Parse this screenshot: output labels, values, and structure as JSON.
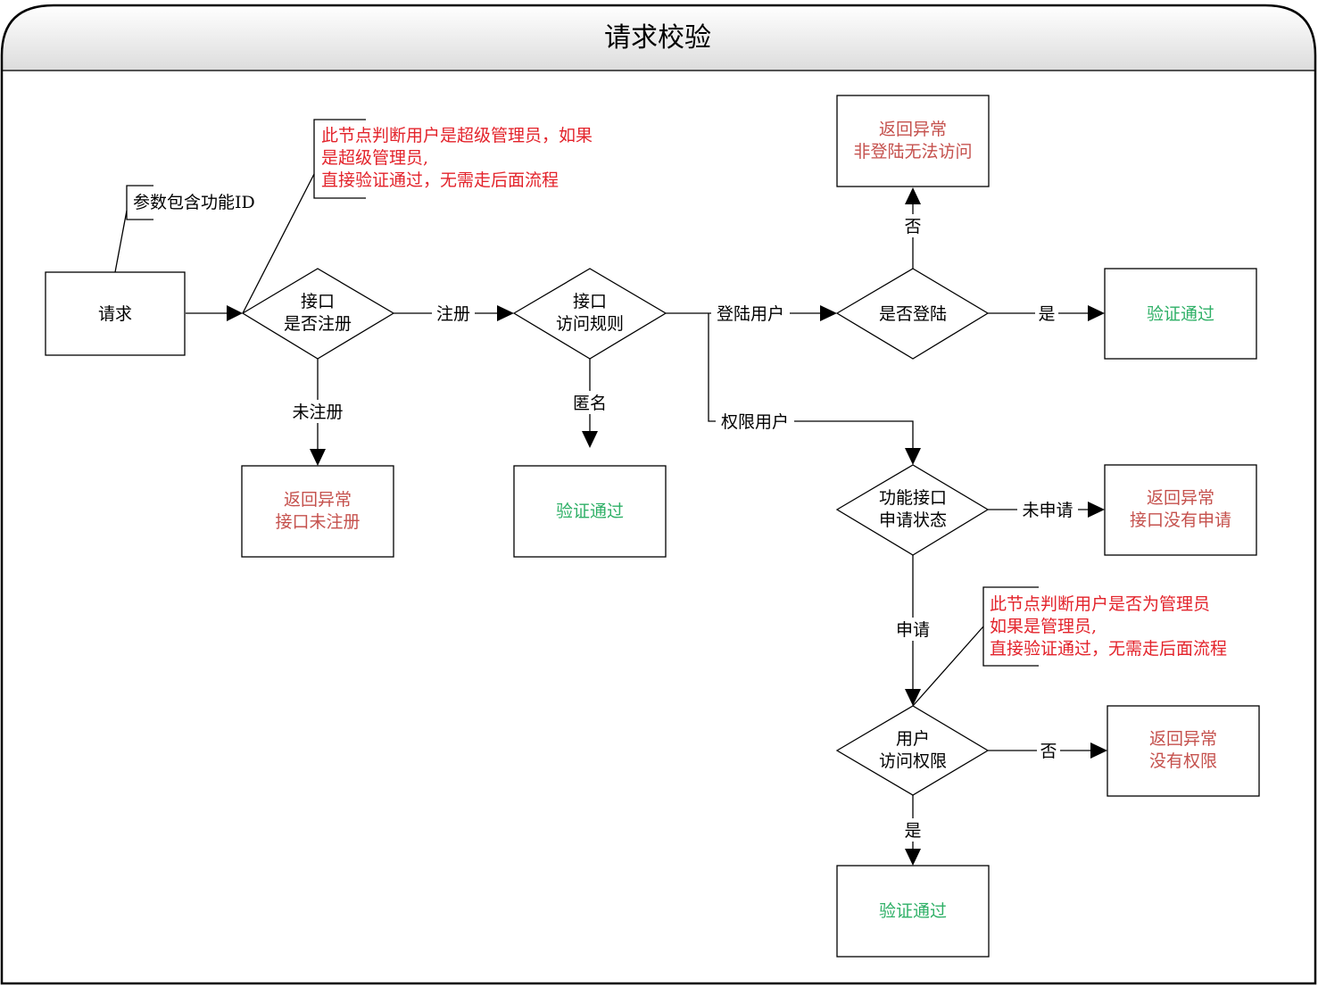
{
  "title": "请求校验",
  "colors": {
    "error_text": "#c5514d",
    "pass_text": "#2fb067",
    "note_text": "#e3232b"
  },
  "nodes": {
    "request": "请求",
    "registered_decision": [
      "接口",
      "是否注册"
    ],
    "access_rule_decision": [
      "接口",
      "访问规则"
    ],
    "login_decision": "是否登陆",
    "apply_status_decision": [
      "功能接口",
      "申请状态"
    ],
    "user_permission_decision": [
      "用户",
      "访问权限"
    ],
    "err_not_registered": [
      "返回异常",
      "接口未注册"
    ],
    "err_not_logged_in": [
      "返回异常",
      "非登陆无法访问"
    ],
    "err_not_applied": [
      "返回异常",
      "接口没有申请"
    ],
    "err_no_permission": [
      "返回异常",
      "没有权限"
    ],
    "pass_anonymous": "验证通过",
    "pass_login": "验证通过",
    "pass_permission": "验证通过"
  },
  "edges": {
    "registered": "注册",
    "not_registered": "未注册",
    "anonymous": "匿名",
    "login_user": "登陆用户",
    "permission_user": "权限用户",
    "login_no": "否",
    "login_yes": "是",
    "not_applied": "未申请",
    "applied": "申请",
    "permission_no": "否",
    "permission_yes": "是"
  },
  "annotations": {
    "params": "参数包含功能ID",
    "super_admin": [
      "此节点判断用户是超级管理员，如果",
      "是超级管理员,",
      "直接验证通过，无需走后面流程"
    ],
    "admin": [
      "此节点判断用户是否为管理员",
      "如果是管理员,",
      "直接验证通过，无需走后面流程"
    ]
  }
}
